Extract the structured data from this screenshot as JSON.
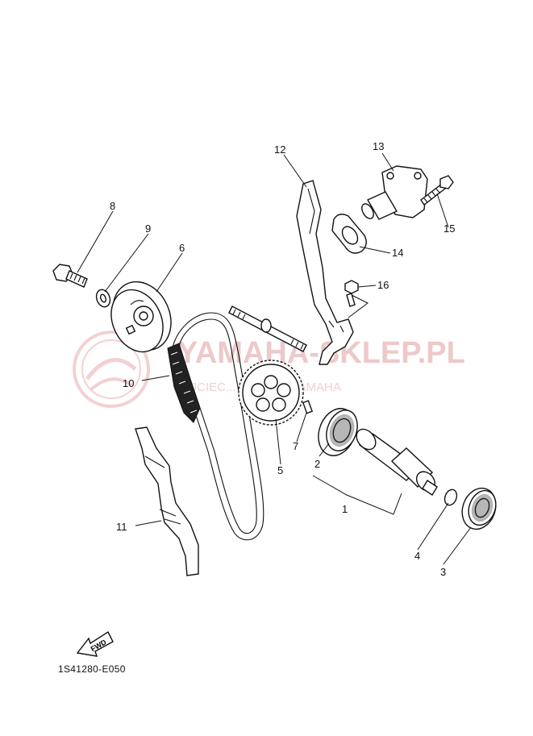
{
  "watermark": {
    "title": "YAMAHA-SKLEP.PL",
    "subtitle": "OJCIEC... DEALER YAMAHA"
  },
  "callouts": [
    {
      "id": "1",
      "label": "1"
    },
    {
      "id": "2",
      "label": "2"
    },
    {
      "id": "3",
      "label": "3"
    },
    {
      "id": "4",
      "label": "4"
    },
    {
      "id": "5",
      "label": "5"
    },
    {
      "id": "6",
      "label": "6"
    },
    {
      "id": "7",
      "label": "7"
    },
    {
      "id": "8",
      "label": "8"
    },
    {
      "id": "9",
      "label": "9"
    },
    {
      "id": "10",
      "label": "10"
    },
    {
      "id": "11",
      "label": "11"
    },
    {
      "id": "12",
      "label": "12"
    },
    {
      "id": "13",
      "label": "13"
    },
    {
      "id": "14",
      "label": "14"
    },
    {
      "id": "15",
      "label": "15"
    },
    {
      "id": "16",
      "label": "16"
    }
  ],
  "fwd_label": "FWD",
  "diagram_code": "1S41280-E050"
}
